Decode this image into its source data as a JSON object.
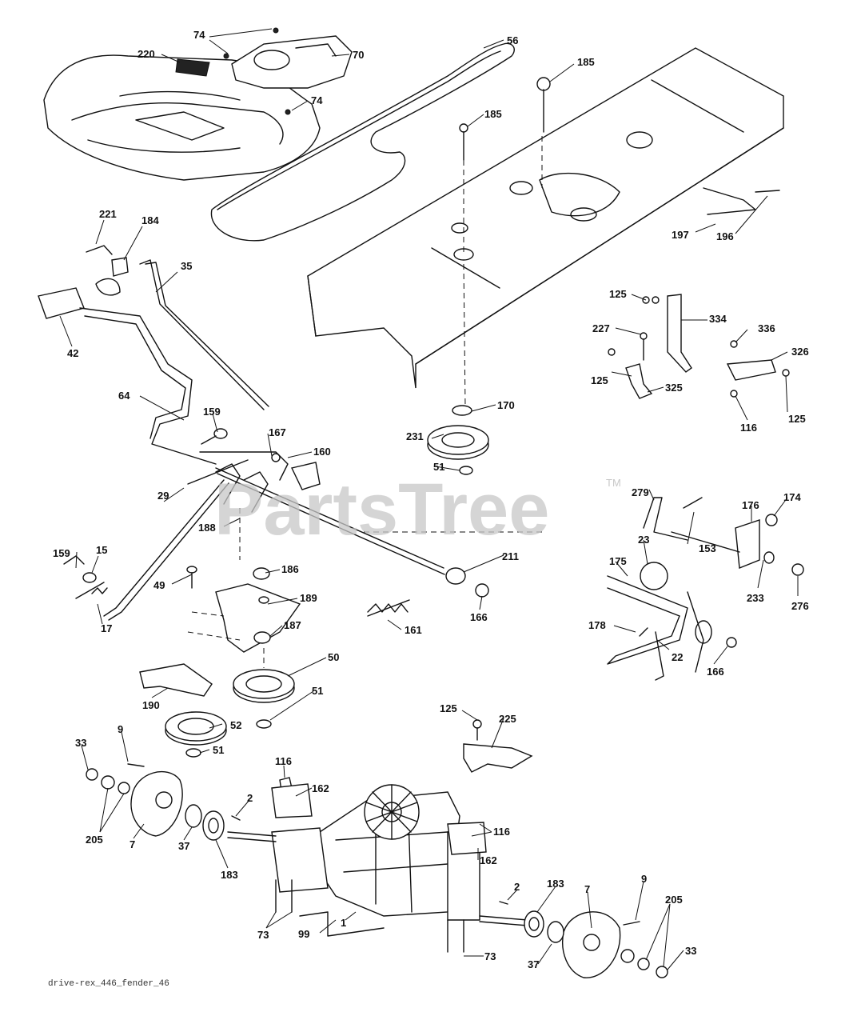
{
  "diagram": {
    "callouts": [
      {
        "label": "74"
      },
      {
        "label": "56"
      },
      {
        "label": "220"
      },
      {
        "label": "70"
      },
      {
        "label": "185"
      },
      {
        "label": "74"
      },
      {
        "label": "185"
      },
      {
        "label": "221"
      },
      {
        "label": "184"
      },
      {
        "label": "35"
      },
      {
        "label": "197"
      },
      {
        "label": "196"
      },
      {
        "label": "42"
      },
      {
        "label": "125"
      },
      {
        "label": "334"
      },
      {
        "label": "227"
      },
      {
        "label": "336"
      },
      {
        "label": "326"
      },
      {
        "label": "125"
      },
      {
        "label": "325"
      },
      {
        "label": "125"
      },
      {
        "label": "116"
      },
      {
        "label": "64"
      },
      {
        "label": "159"
      },
      {
        "label": "170"
      },
      {
        "label": "167"
      },
      {
        "label": "160"
      },
      {
        "label": "231"
      },
      {
        "label": "51"
      },
      {
        "label": "29"
      },
      {
        "label": "279"
      },
      {
        "label": "176"
      },
      {
        "label": "174"
      },
      {
        "label": "188"
      },
      {
        "label": "23"
      },
      {
        "label": "153"
      },
      {
        "label": "159"
      },
      {
        "label": "15"
      },
      {
        "label": "211"
      },
      {
        "label": "175"
      },
      {
        "label": "49"
      },
      {
        "label": "186"
      },
      {
        "label": "189"
      },
      {
        "label": "233"
      },
      {
        "label": "276"
      },
      {
        "label": "166"
      },
      {
        "label": "17"
      },
      {
        "label": "187"
      },
      {
        "label": "161"
      },
      {
        "label": "178"
      },
      {
        "label": "22"
      },
      {
        "label": "166"
      },
      {
        "label": "50"
      },
      {
        "label": "190"
      },
      {
        "label": "51"
      },
      {
        "label": "52"
      },
      {
        "label": "125"
      },
      {
        "label": "225"
      },
      {
        "label": "9"
      },
      {
        "label": "33"
      },
      {
        "label": "51"
      },
      {
        "label": "116"
      },
      {
        "label": "162"
      },
      {
        "label": "2"
      },
      {
        "label": "205"
      },
      {
        "label": "116"
      },
      {
        "label": "7"
      },
      {
        "label": "37"
      },
      {
        "label": "183"
      },
      {
        "label": "162"
      },
      {
        "label": "2"
      },
      {
        "label": "183"
      },
      {
        "label": "7"
      },
      {
        "label": "9"
      },
      {
        "label": "73"
      },
      {
        "label": "99"
      },
      {
        "label": "1"
      },
      {
        "label": "205"
      },
      {
        "label": "73"
      },
      {
        "label": "37"
      },
      {
        "label": "33"
      }
    ],
    "drawing_id": "drive-rex_446_fender_46",
    "watermark": "PartsTree",
    "trademark": "TM"
  },
  "colors": {
    "line": "#111111",
    "background": "#ffffff",
    "watermark": "#c8c8c8"
  }
}
